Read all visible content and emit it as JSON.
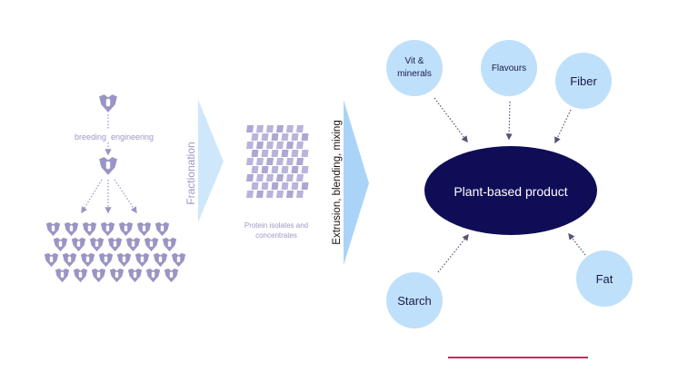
{
  "colors": {
    "seed": "#9a95c4",
    "seed_center": "#ffffff",
    "arrow_light": "#cfe7fb",
    "arrow_mid": "#a9d4f7",
    "ingredient_fill": "#bfe0fa",
    "product_fill": "#100d57",
    "accent_line": "#d0255f",
    "label_muted": "#9c98c6",
    "dots": "#555577"
  },
  "breeding": {
    "label_left": "breeding",
    "label_right": "engineering"
  },
  "fractionation": {
    "label": "Fractionation"
  },
  "protein": {
    "label_line1": "Protein isolates and",
    "label_line2": "concentrates"
  },
  "processing": {
    "label": "Extrusion, blending, mixing"
  },
  "product": {
    "label": "Plant-based product"
  },
  "ingredients": {
    "vit": {
      "line1": "Vit &",
      "line2": "minerals"
    },
    "flavours": {
      "label": "Flavours"
    },
    "fiber": {
      "label": "Fiber"
    },
    "starch": {
      "label": "Starch"
    },
    "fat": {
      "label": "Fat"
    }
  }
}
